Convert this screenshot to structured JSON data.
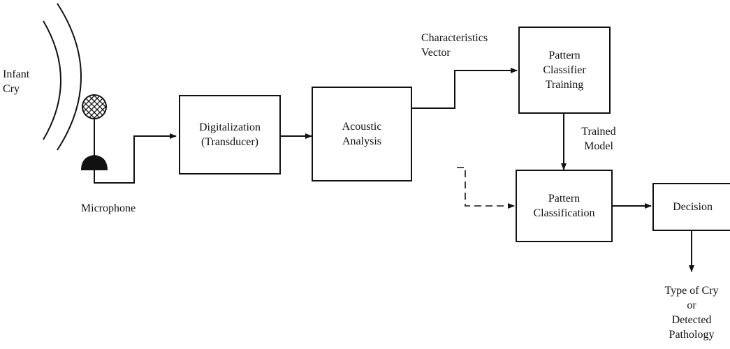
{
  "labels": {
    "infant_cry": "Infant\nCry",
    "microphone": "Microphone",
    "characteristics_vector": "Characteristics\nVector",
    "trained_model": "Trained\nModel",
    "output": "Type of Cry\nor\nDetected\nPathology"
  },
  "boxes": {
    "digitalization": "Digitalization\n(Transducer)",
    "acoustic_analysis": "Acoustic\nAnalysis",
    "pattern_classifier_training": "Pattern\nClassifier\nTraining",
    "pattern_classification": "Pattern\nClassification",
    "decision": "Decision"
  }
}
